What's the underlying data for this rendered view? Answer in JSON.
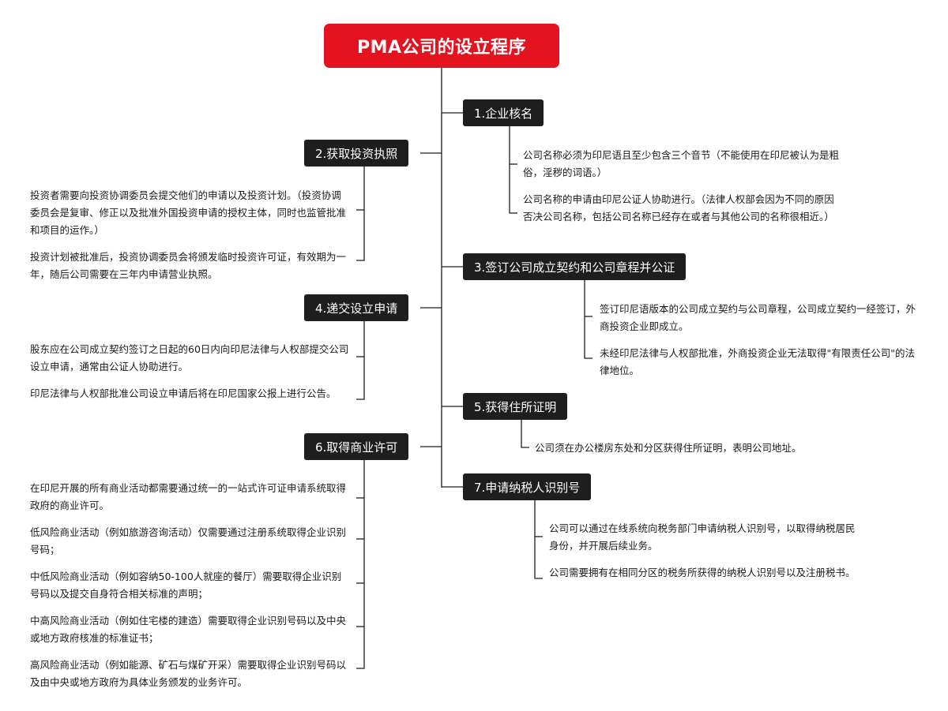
{
  "title": "PMA公司的设立程序",
  "colors": {
    "title_bg": "#e5121f",
    "step_bg": "#1e1e1e",
    "line": "#1e1e1e"
  },
  "steps": [
    {
      "label": "1.企业核名",
      "notes": [
        "公司名称必须为印尼语且至少包含三个音节（不能使用在印尼被认为是粗俗，淫秽的词语。）",
        "公司名称的申请由印尼公证人协助进行。（法律人权部会因为不同的原因否决公司名称，包括公司名称已经存在或者与其他公司的名称很相近。）"
      ]
    },
    {
      "label": "2.获取投资执照",
      "notes": [
        "投资者需要向投资协调委员会提交他们的申请以及投资计划。（投资协调委员会是复审、修正以及批准外国投资申请的授权主体，同时也监管批准和项目的运作。）",
        "投资计划被批准后，投资协调委员会将颁发临时投资许可证，有效期为一年，随后公司需要在三年内申请营业执照。"
      ]
    },
    {
      "label": "3.签订公司成立契约和公司章程并公证",
      "notes": [
        "签订印尼语版本的公司成立契约与公司章程，公司成立契约一经签订，外商投资企业即成立。",
        "未经印尼法律与人权部批准，外商投资企业无法取得\"有限责任公司\"的法律地位。"
      ]
    },
    {
      "label": "4.递交设立申请",
      "notes": [
        "股东应在公司成立契约签订之日起的60日内向印尼法律与人权部提交公司设立申请，通常由公证人协助进行。",
        "印尼法律与人权部批准公司设立申请后将在印尼国家公报上进行公告。"
      ]
    },
    {
      "label": "5.获得住所证明",
      "notes": [
        "公司须在办公楼房东处和分区获得住所证明，表明公司地址。"
      ]
    },
    {
      "label": "6.取得商业许可",
      "notes": [
        "在印尼开展的所有商业活动都需要通过统一的一站式许可证申请系统取得政府的商业许可。",
        "低风险商业活动（例如旅游咨询活动）仅需要通过注册系统取得企业识别号码；",
        "中低风险商业活动（例如容纳50-100人就座的餐厅）需要取得企业识别号码以及提交自身符合相关标准的声明；",
        "中高风险商业活动（例如住宅楼的建造）需要取得企业识别号码以及中央或地方政府核准的标准证书；",
        "高风险商业活动（例如能源、矿石与煤矿开采）需要取得企业识别号码以及由中央或地方政府为具体业务颁发的业务许可。"
      ]
    },
    {
      "label": "7.申请纳税人识别号",
      "notes": [
        "公司可以通过在线系统向税务部门申请纳税人识别号，以取得纳税居民身份，并开展后续业务。",
        "公司需要拥有在相同分区的税务所获得的纳税人识别号以及注册税书。"
      ]
    }
  ]
}
